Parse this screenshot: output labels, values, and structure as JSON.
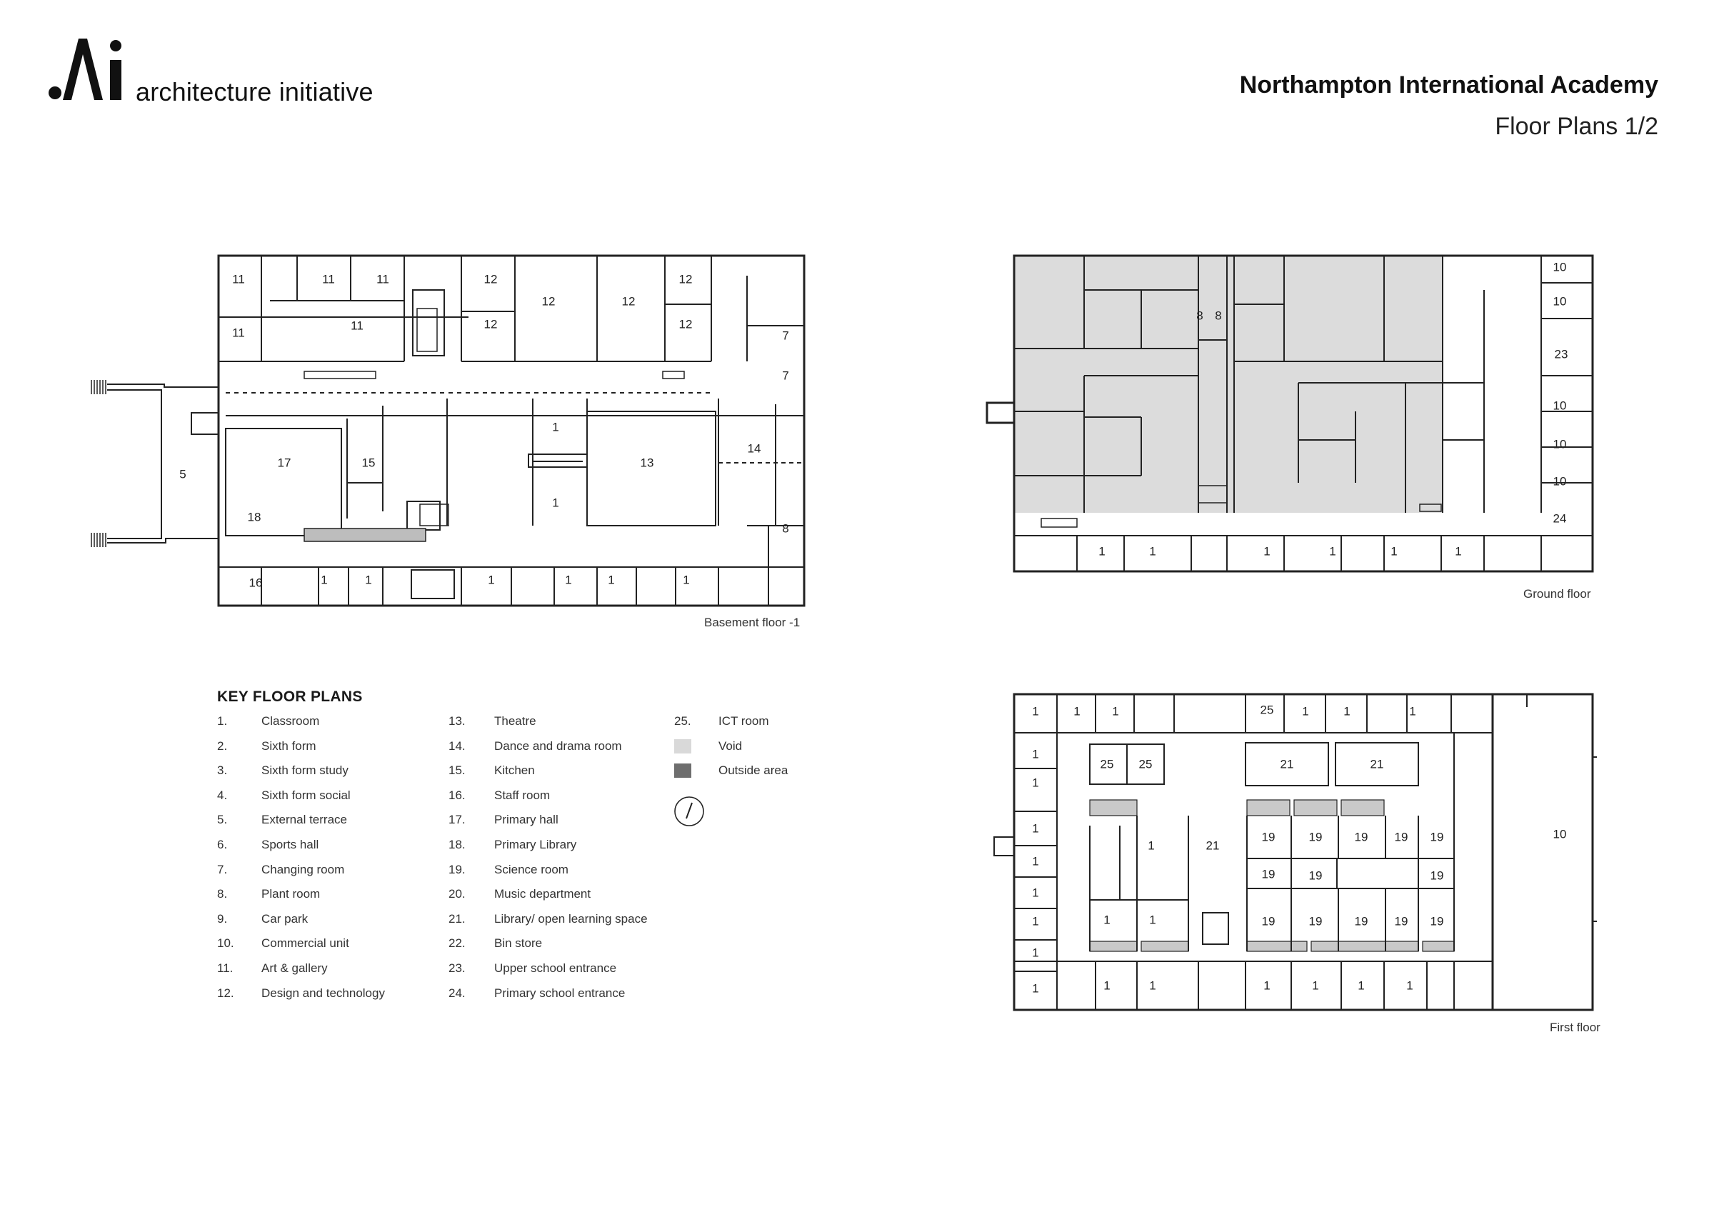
{
  "header": {
    "logo_text": "architecture initiative",
    "project_title": "Northampton International Academy",
    "project_subtitle": "Floor Plans 1/2"
  },
  "plans": {
    "basement": {
      "caption": "Basement floor -1",
      "room_labels": [
        "11",
        "11",
        "11",
        "12",
        "12",
        "12",
        "12",
        "11",
        "11",
        "12",
        "12",
        "7",
        "7",
        "17",
        "15",
        "1",
        "13",
        "14",
        "5",
        "1",
        "18",
        "8",
        "16",
        "1",
        "1",
        "1",
        "1",
        "1",
        "1"
      ]
    },
    "ground": {
      "caption": "Ground floor",
      "room_labels": [
        "10",
        "10",
        "8",
        "8",
        "23",
        "10",
        "10",
        "10",
        "24",
        "1",
        "1",
        "1",
        "1",
        "1",
        "1"
      ]
    },
    "first": {
      "caption": "First floor",
      "room_labels": [
        "1",
        "1",
        "1",
        "25",
        "1",
        "1",
        "1",
        "1",
        "25",
        "25",
        "21",
        "21",
        "1",
        "10",
        "1",
        "1",
        "21",
        "19",
        "19",
        "19",
        "19",
        "19",
        "1",
        "19",
        "19",
        "19",
        "1",
        "1",
        "1",
        "19",
        "19",
        "19",
        "19",
        "19",
        "1",
        "1",
        "1",
        "1",
        "1",
        "1",
        "1",
        "1",
        "1"
      ]
    }
  },
  "key": {
    "title": "KEY FLOOR PLANS",
    "column1": [
      {
        "num": "1.",
        "label": "Classroom"
      },
      {
        "num": "2.",
        "label": "Sixth form"
      },
      {
        "num": "3.",
        "label": "Sixth form study"
      },
      {
        "num": "4.",
        "label": "Sixth form social"
      },
      {
        "num": "5.",
        "label": "External terrace"
      },
      {
        "num": "6.",
        "label": "Sports hall"
      },
      {
        "num": "7.",
        "label": "Changing room"
      },
      {
        "num": "8.",
        "label": "Plant room"
      },
      {
        "num": "9.",
        "label": "Car park"
      },
      {
        "num": "10.",
        "label": "Commercial unit"
      },
      {
        "num": "11.",
        "label": "Art & gallery"
      },
      {
        "num": "12.",
        "label": "Design and technology"
      }
    ],
    "column2": [
      {
        "num": "13.",
        "label": "Theatre"
      },
      {
        "num": "14.",
        "label": "Dance and drama room"
      },
      {
        "num": "15.",
        "label": "Kitchen"
      },
      {
        "num": "16.",
        "label": "Staff room"
      },
      {
        "num": "17.",
        "label": "Primary hall"
      },
      {
        "num": "18.",
        "label": "Primary Library"
      },
      {
        "num": "19.",
        "label": "Science room"
      },
      {
        "num": "20.",
        "label": "Music department"
      },
      {
        "num": "21.",
        "label": "Library/ open learning space"
      },
      {
        "num": "22.",
        "label": "Bin store"
      },
      {
        "num": "23.",
        "label": "Upper school entrance"
      },
      {
        "num": "24.",
        "label": "Primary school entrance"
      }
    ],
    "column3": [
      {
        "num": "25.",
        "label": "ICT room"
      },
      {
        "label": "Void",
        "swatch_color": "#d9d9d9"
      },
      {
        "label": "Outside area",
        "swatch_color": "#6e6e6e"
      }
    ]
  },
  "colors": {
    "void": "#d9d9d9",
    "outside": "#6e6e6e",
    "wall": "#222222"
  }
}
